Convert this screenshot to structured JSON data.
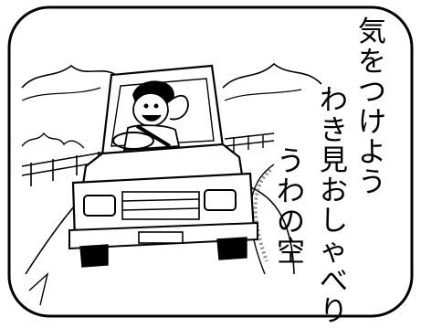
{
  "colors": {
    "ink": "#000000",
    "paper": "#ffffff",
    "road_shadow": "#8a8a8a"
  },
  "slogan": {
    "line1": "気をつけよう",
    "line2": "わき見おしゃべり",
    "line3": "うわの空"
  }
}
